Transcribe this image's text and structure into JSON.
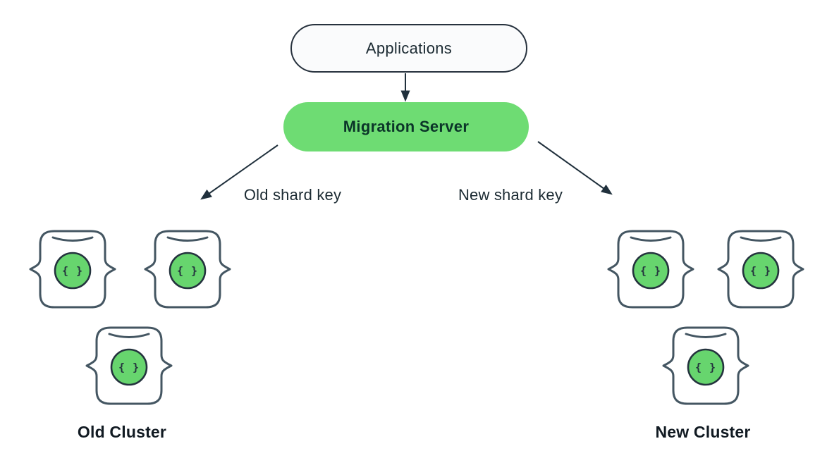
{
  "colors": {
    "green": "#6EDC73",
    "icon_green": "#67D56E",
    "arrow": "#20303C",
    "pill_border": "#27323E",
    "icon_stroke": "#445662",
    "icon_inner_stroke": "#24333E",
    "text_dark": "#1C2B33",
    "migration_text": "#0B3529",
    "cluster_text": "#111A22"
  },
  "nodes": {
    "applications": "Applications",
    "migration_server": "Migration Server"
  },
  "edge_labels": {
    "old_shard_key": "Old shard key",
    "new_shard_key": "New shard key"
  },
  "clusters": {
    "old_label": "Old Cluster",
    "old_node_count": 3,
    "new_label": "New Cluster",
    "new_node_count": 3
  },
  "icons": {
    "document_glyph": "{ }"
  }
}
